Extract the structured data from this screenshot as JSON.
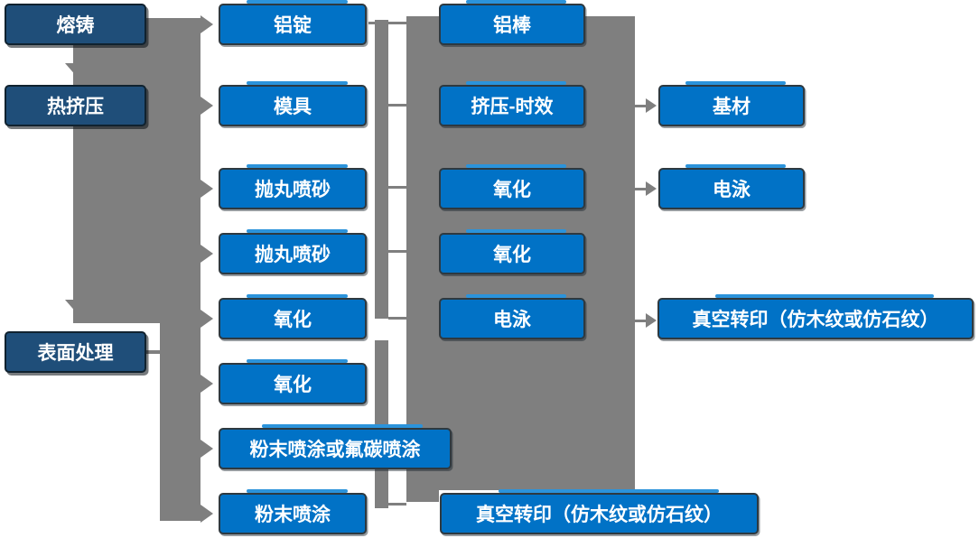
{
  "colors": {
    "process_box_blue": "#0172C6",
    "stage_box_dark_blue": "#1F4E79",
    "connector_gray": "#7F7F7F",
    "box_text": "#FFFFFF",
    "box_accent_light_blue": "#2B93DB"
  },
  "col1": {
    "melting": "熔铸",
    "hot_extrusion": "热挤压",
    "surface_treatment": "表面处理"
  },
  "col2": {
    "aluminum_ingot": "铝锭",
    "mold": "模具",
    "shot_blasting_1": "抛丸喷砂",
    "shot_blasting_2": "抛丸喷砂",
    "oxidation_1": "氧化",
    "oxidation_2": "氧化",
    "powder_or_fluorocarbon": "粉末喷涂或氟碳喷涂",
    "powder_coating": "粉末喷涂"
  },
  "col3": {
    "aluminum_rod": "铝棒",
    "extrusion_aging": "挤压-时效",
    "oxidation_1": "氧化",
    "oxidation_2": "氧化",
    "electrophoresis": "电泳",
    "vacuum_transfer": "真空转印（仿木纹或仿石纹）"
  },
  "col4": {
    "base_material": "基材",
    "electrophoresis": "电泳",
    "vacuum_transfer": "真空转印（仿木纹或仿石纹）"
  }
}
